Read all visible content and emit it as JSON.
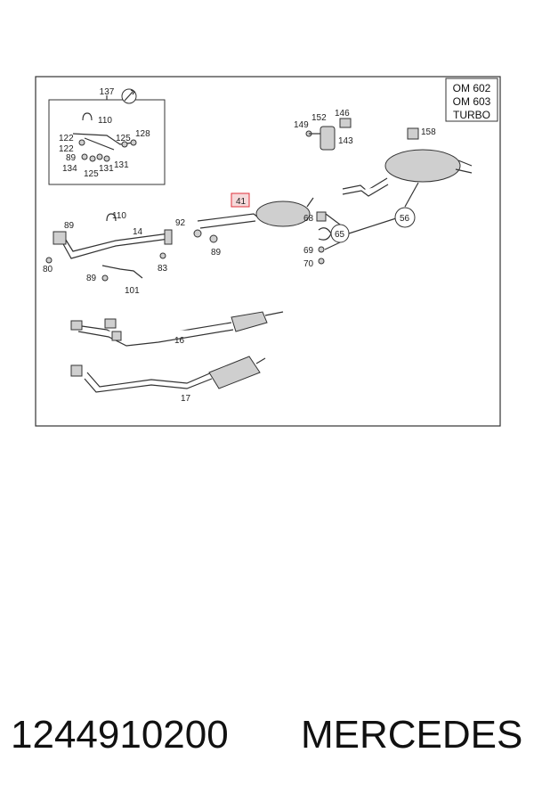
{
  "engine_labels": [
    "OM 602",
    "OM 603",
    "TURBO"
  ],
  "parts": {
    "p137": "137",
    "p110a": "110",
    "p122a": "122",
    "p122b": "122",
    "p125a": "125",
    "p128": "128",
    "p89a": "89",
    "p134": "134",
    "p125b": "125",
    "p131a": "131",
    "p131b": "131",
    "p149": "149",
    "p152": "152",
    "p146": "146",
    "p143": "143",
    "p158": "158",
    "p41": "41",
    "p68": "68",
    "p65": "65",
    "p69": "69",
    "p70": "70",
    "p56": "56",
    "p89b": "89",
    "p110b": "110",
    "p14": "14",
    "p92": "92",
    "p89c": "89",
    "p80": "80",
    "p83": "83",
    "p89d": "89",
    "p101": "101",
    "p16": "16",
    "p17": "17"
  },
  "highlight_color": "#e0303a",
  "footer": {
    "part_number": "1244910200",
    "brand": "MERCEDES"
  }
}
